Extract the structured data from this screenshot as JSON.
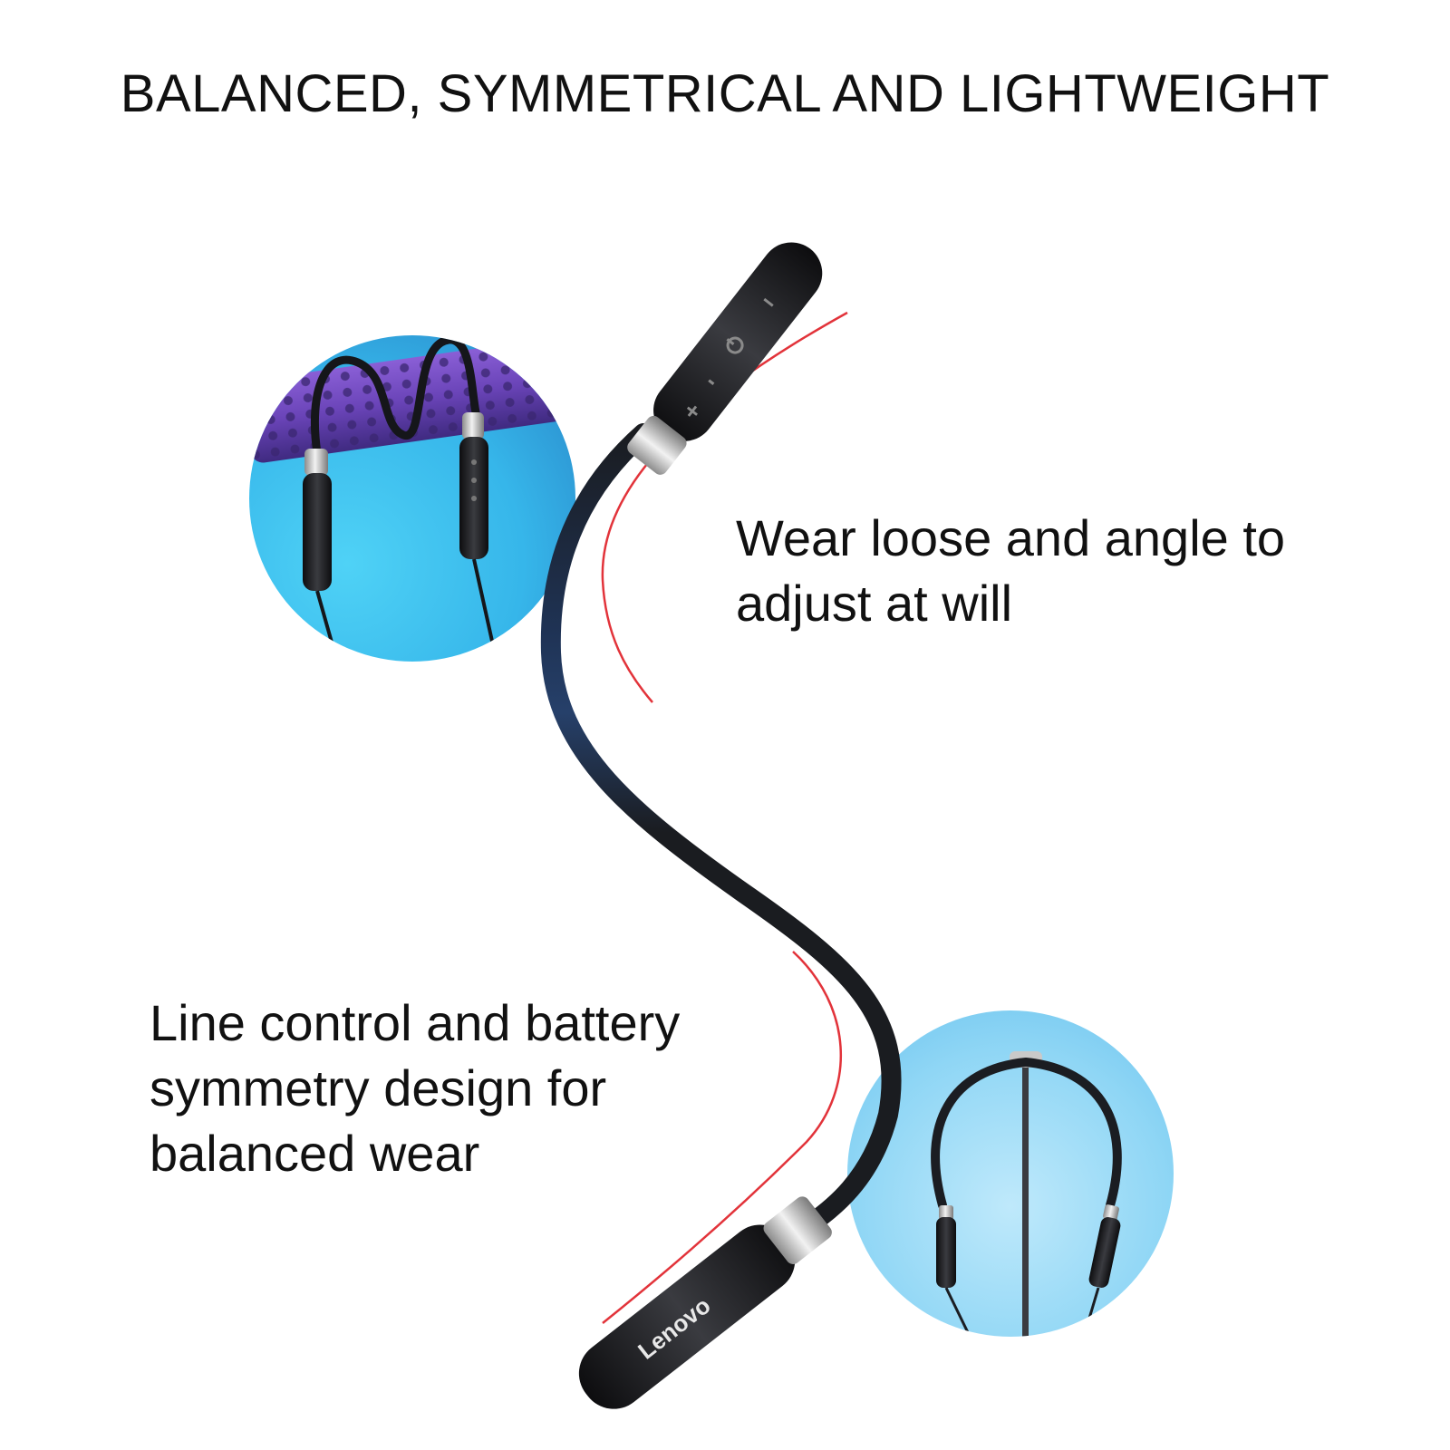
{
  "headline": "BALANCED, SYMMETRICAL AND LIGHTWEIGHT",
  "features": [
    {
      "text": "Wear loose and angle to adjust at will"
    },
    {
      "text": "Line control and battery symmetry design for balanced wear"
    }
  ],
  "product": {
    "brand": "Lenovo",
    "control_buttons": [
      "+",
      "-",
      "power-icon",
      "|"
    ]
  },
  "colors": {
    "accent_line": "#e2333a",
    "cable": "#1b1d22",
    "circle_top": "#3ec6f0",
    "circle_bottom": "#8fd6f5",
    "purple_bar": "#6a44b8"
  }
}
